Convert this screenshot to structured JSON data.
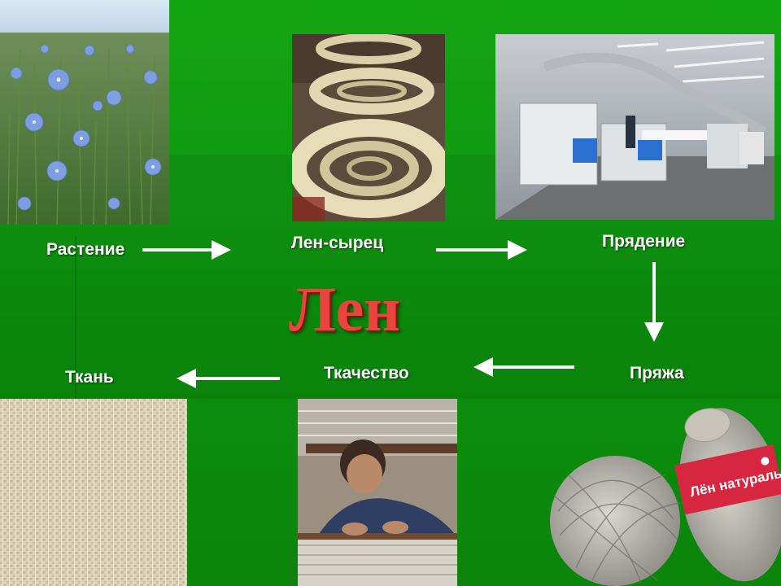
{
  "title": "Лен",
  "steps": {
    "plant": "Растение",
    "raw_flax": "Лен-сырец",
    "spinning": "Прядение",
    "yarn": "Пряжа",
    "weaving": "Ткачество",
    "fabric": "Ткань"
  },
  "yarn_label_text": "Лён натуральный",
  "colors": {
    "background": "#0f9a10",
    "title": "#e8453c",
    "labels": "#ffffff"
  }
}
